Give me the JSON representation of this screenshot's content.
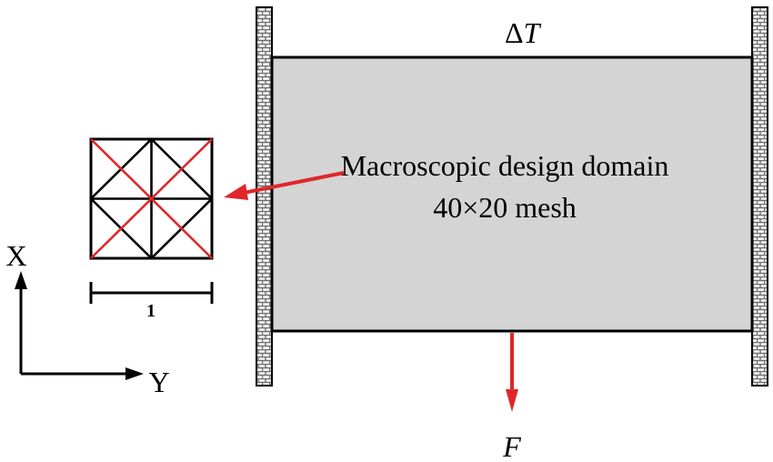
{
  "domain_label": {
    "line1": "Macroscopic design domain",
    "line2": "40×20 mesh"
  },
  "thermal_load": {
    "delta": "Δ",
    "symbol": "T"
  },
  "force_label": "F",
  "unit_cell": {
    "scale_value": "1"
  },
  "axes": {
    "vertical": "X",
    "horizontal": "Y"
  },
  "icons": {
    "left_support": "hatched-wall-icon",
    "right_support": "hatched-wall-icon",
    "cell_pointer": "arrow-icon",
    "force_arrow": "down-arrow-icon"
  },
  "colors": {
    "domain_fill": "#d4d4d4",
    "outline": "#000000",
    "accent_red": "#e0262a",
    "wall_fill": "#f2f2f2",
    "wall_brick": "#6e6e6e"
  }
}
